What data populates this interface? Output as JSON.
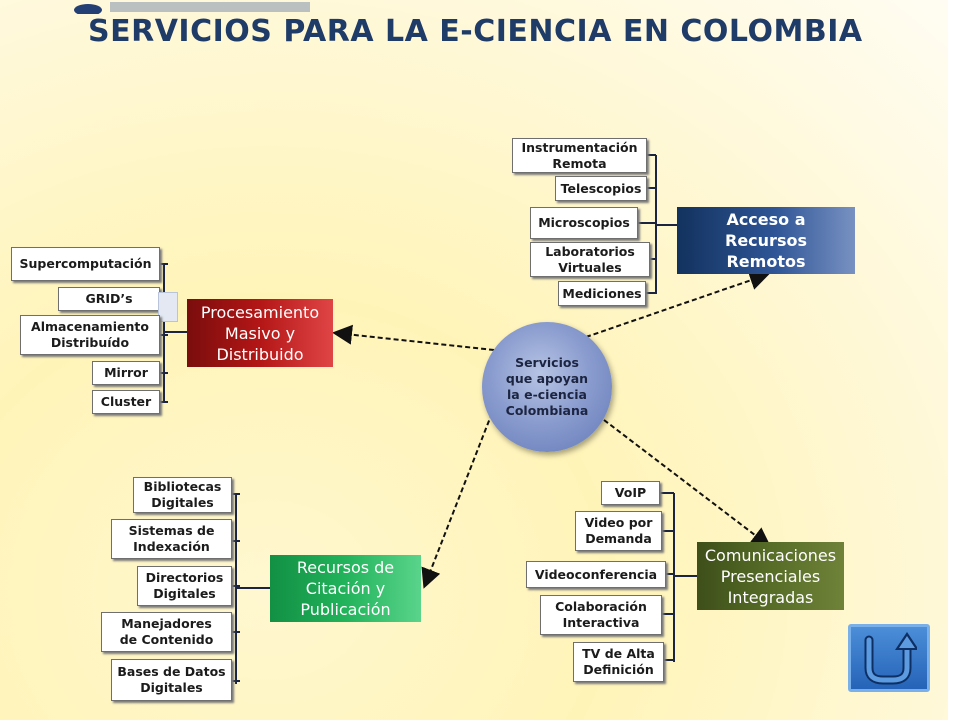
{
  "title": "SERVICIOS PARA LA E-CIENCIA EN COLOMBIA",
  "center": {
    "line1": "Servicios",
    "line2": "que apoyan",
    "line3": "la e-ciencia",
    "line4": "Colombiana"
  },
  "hubs": {
    "acceso": {
      "l1": "Acceso a",
      "l2": "Recursos",
      "l3": "Remotos"
    },
    "procesamiento": {
      "l1": "Procesamiento",
      "l2": "Masivo y",
      "l3": "Distribuido"
    },
    "recursos": {
      "l1": "Recursos de",
      "l2": "Citación y",
      "l3": "Publicación"
    },
    "comunicaciones": {
      "l1": "Comunicaciones",
      "l2": "Presenciales",
      "l3": "Integradas"
    }
  },
  "acceso_items": [
    {
      "l1": "Instrumentación",
      "l2": "Remota"
    },
    {
      "l1": "Telescopios",
      "l2": ""
    },
    {
      "l1": "Microscopios",
      "l2": ""
    },
    {
      "l1": "Laboratorios",
      "l2": "Virtuales"
    },
    {
      "l1": "Mediciones",
      "l2": ""
    }
  ],
  "procesamiento_items": [
    {
      "l1": "Supercomputación",
      "l2": ""
    },
    {
      "l1": "GRID’s",
      "l2": ""
    },
    {
      "l1": "Almacenamiento",
      "l2": "Distribuído"
    },
    {
      "l1": "Mirror",
      "l2": ""
    },
    {
      "l1": "Cluster",
      "l2": ""
    }
  ],
  "recursos_items": [
    {
      "l1": "Bibliotecas",
      "l2": "Digitales"
    },
    {
      "l1": "Sistemas de",
      "l2": "Indexación"
    },
    {
      "l1": "Directorios",
      "l2": "Digitales"
    },
    {
      "l1": "Manejadores",
      "l2": "de Contenido"
    },
    {
      "l1": "Bases de Datos",
      "l2": "Digitales"
    }
  ],
  "comunicaciones_items": [
    {
      "l1": "VoIP",
      "l2": ""
    },
    {
      "l1": "Video por",
      "l2": "Demanda"
    },
    {
      "l1": "Videoconferencia",
      "l2": ""
    },
    {
      "l1": "Colaboración",
      "l2": "Interactiva"
    },
    {
      "l1": "TV de Alta",
      "l2": "Definición"
    }
  ],
  "icons": {
    "back": "return-arrow-icon"
  },
  "colors": {
    "title": "#1f3b68",
    "acceso": "#1f4077",
    "procesamiento": "#a81616",
    "recursos": "#22b35b",
    "comunicaciones": "#566c27",
    "center": "#8b9dcf"
  }
}
